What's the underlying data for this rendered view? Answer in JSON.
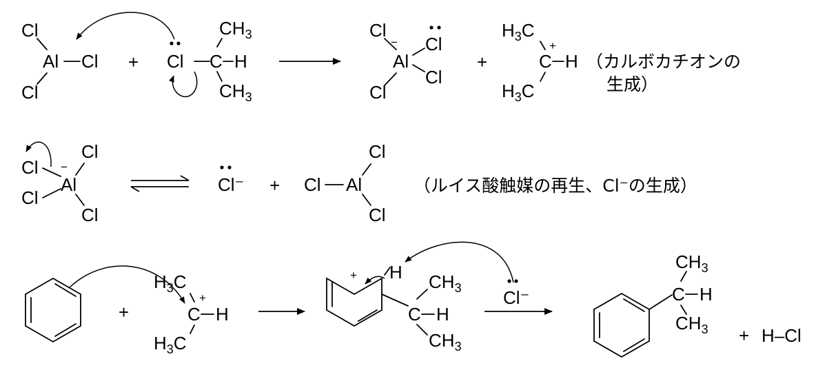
{
  "symbols": {
    "cl": "Cl",
    "al": "Al",
    "c": "C",
    "h": "H",
    "ch3": "CH",
    "h3c": "H",
    "h3c_c": "C",
    "sub3": "3",
    "plus": "+",
    "minus": "−",
    "cl_anion": "Cl⁻",
    "hcl": "H–Cl"
  },
  "notes": {
    "carbocation_line1": "（カルボカチオンの",
    "carbocation_line2": "生成）",
    "regeneration": "（ルイス酸触媒の再生、Cl⁻の生成）"
  }
}
